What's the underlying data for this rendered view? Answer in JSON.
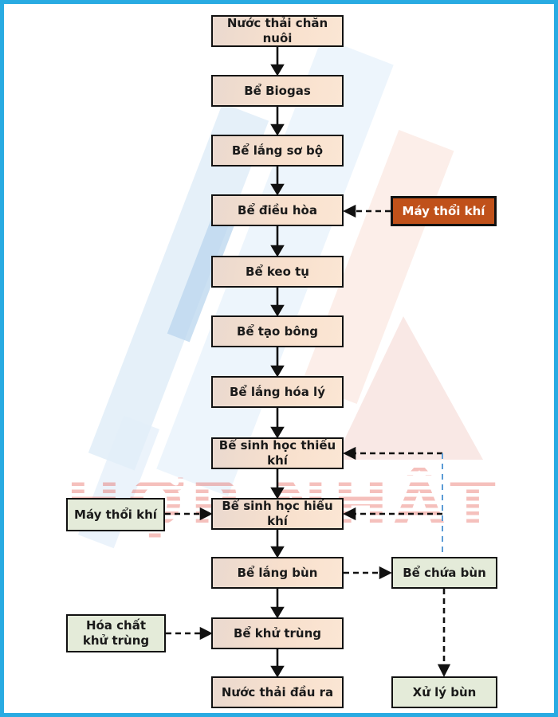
{
  "watermark": {
    "text": "HỢP NHẤT"
  },
  "flow": {
    "steps": [
      {
        "id": "nuoc-thai-chan-nuoi",
        "label": "Nước thải chăn nuôi"
      },
      {
        "id": "be-biogas",
        "label": "Bể Biogas"
      },
      {
        "id": "be-lang-so-bo",
        "label": "Bể lắng sơ bộ"
      },
      {
        "id": "be-dieu-hoa",
        "label": "Bể điều hòa"
      },
      {
        "id": "be-keo-tu",
        "label": "Bể keo tụ"
      },
      {
        "id": "be-tao-bong",
        "label": "Bể tạo bông"
      },
      {
        "id": "be-lang-hoa-ly",
        "label": "Bể lắng hóa lý"
      },
      {
        "id": "be-sinh-hoc-thieu-khi",
        "label": "Bể sinh học thiếu khí"
      },
      {
        "id": "be-sinh-hoc-hieu-khi",
        "label": "Bể sinh học hiếu khí"
      },
      {
        "id": "be-lang-bun",
        "label": "Bể lắng bùn"
      },
      {
        "id": "be-khu-trung",
        "label": "Bể khử trùng"
      },
      {
        "id": "nuoc-thai-dau-ra",
        "label": "Nước thải đầu ra"
      }
    ]
  },
  "inputs": {
    "air_blower_right": {
      "label": "Máy thổi khí"
    },
    "air_blower_left": {
      "label": "Máy thổi khí"
    },
    "disinfectant": {
      "label": "Hóa chất khử trùng"
    }
  },
  "sludge": {
    "storage": {
      "label": "Bể chứa bùn"
    },
    "treatment": {
      "label": "Xử lý bùn"
    }
  },
  "colors": {
    "frame_border": "#29abe2",
    "process_box_fill": "#f8e0cd",
    "equipment_box_fill": "#c0511a",
    "support_box_fill": "#e4ebd9",
    "arrow": "#111111",
    "recycle_line": "#5b9bd5",
    "watermark_red": "#e2463c",
    "watermark_blue": "#b9d5ee"
  }
}
